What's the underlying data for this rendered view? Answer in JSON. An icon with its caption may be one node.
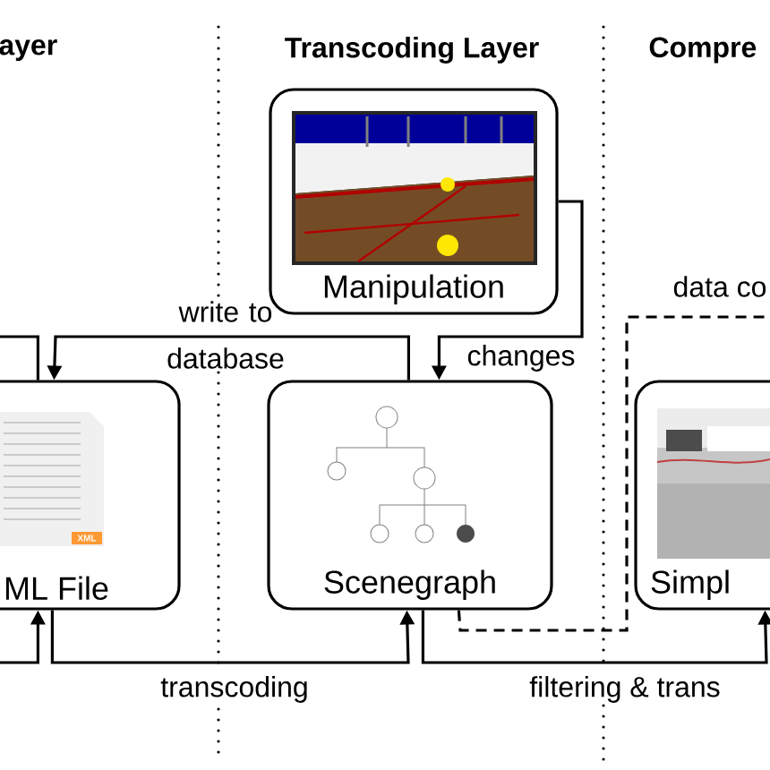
{
  "diagram": {
    "nodes": [
      {
        "text": [
          "Manipulation"
        ]
      },
      {
        "text": [
          "ML File"
        ]
      },
      {
        "text": [
          "Scenegraph"
        ]
      },
      {
        "text": [
          "Simpl"
        ]
      }
    ],
    "edges": [
      {
        "from": 0,
        "to": 2,
        "arrow": "to",
        "label": "changes"
      },
      {
        "from": 2,
        "to": 1,
        "arrow": "to",
        "label": "write to database"
      },
      {
        "from": 1,
        "to": 2,
        "arrow": "to",
        "label": "transcoding"
      },
      {
        "from": 2,
        "to": 3,
        "arrow": "to",
        "label": "filtering & trans"
      },
      {
        "from": 1,
        "to": null,
        "arrow": "none"
      },
      {
        "from": null,
        "to": 1,
        "arrow": "to"
      },
      {
        "from": 2,
        "to": null,
        "arrow": "none",
        "style": "dashed",
        "label": "data co"
      }
    ],
    "labels": [
      "ayer",
      "Transcoding Layer",
      "Compre",
      "XML"
    ]
  }
}
